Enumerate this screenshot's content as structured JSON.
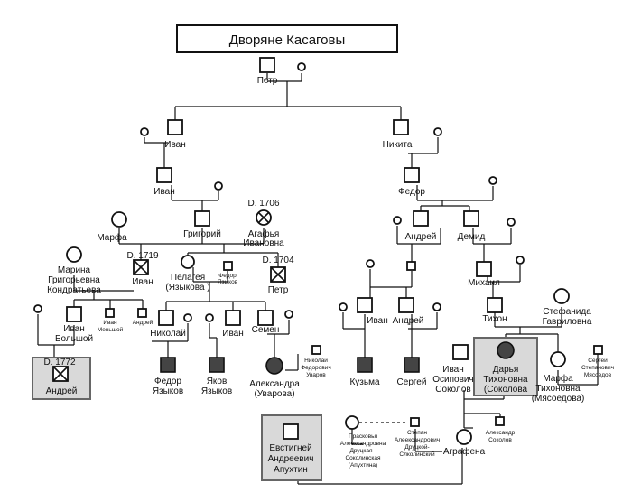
{
  "title": "Дворяне Касаговы",
  "labels": {
    "petr_top": "Петр",
    "ivan1": "Иван",
    "nikita": "Никита",
    "ivan2": "Иван",
    "fedor": "Федор",
    "marfa": "Марфа",
    "grigory": "Григорий",
    "agafya_date": "D. 1706",
    "agafya_1": "Агафья",
    "agafya_2": "Ивановна",
    "andrey_r": "Андрей",
    "demid": "Демид",
    "marina_1": "Марина",
    "marina_2": "Григорьевна",
    "marina_3": "Кондратьева",
    "ivan1719_date": "D. 1719",
    "ivan1719": "Иван",
    "pelageya_1": "Пелагея",
    "pelageya_2": "(Языкова )",
    "fedor_yaz_1": "Федор",
    "fedor_yaz_2": "Языков",
    "petr1704_date": "D. 1704",
    "petr1704": "Петр",
    "mikhail": "Михаил",
    "ivan_b_1": "Иван",
    "ivan_b_2": "Большой",
    "ivan_m_1": "Иван",
    "ivan_m_2": "Меньшой",
    "andrey_small": "Андрей",
    "nikolai": "Николай",
    "ivan_yaz": "Иван",
    "semen": "Семен",
    "ivan_r": "Иван",
    "andrey_r2": "Андрей",
    "tikhon": "Тихон",
    "stefanida_1": "Стефанида",
    "stefanida_2": "Гавриловна",
    "andrey1772_date": "D. 1772",
    "andrey1772": "Андрей",
    "fedor_yaz_b_1": "Федор",
    "fedor_yaz_b_2": "Языков",
    "yakov_1": "Яков",
    "yakov_2": "Языков",
    "nik_uvar_1": "Николай",
    "nik_uvar_2": "Федорович",
    "nik_uvar_3": "Уваров",
    "aleksandra_1": "Александра",
    "aleksandra_2": "(Уварова)",
    "kuzma": "Кузьма",
    "sergey": "Сергей",
    "ivan_sok_1": "Иван",
    "ivan_sok_2": "Осипович",
    "ivan_sok_3": "Соколов",
    "darya_1": "Дарья",
    "darya_2": "Тихоновна",
    "darya_3": "(Соколова",
    "marfa_t_1": "Марфа",
    "marfa_t_2": "Тихоновна",
    "marfa_t_3": "(Мясоедова)",
    "sergey_m_1": "Сергей",
    "sergey_m_2": "Степанович",
    "sergey_m_3": "Мясоедов",
    "evstigney_1": "Евстигней",
    "evstigney_2": "Андреевич",
    "evstigney_3": "Апухтин",
    "praskovya_1": "Прасковья",
    "praskovya_2": "Алеександровна",
    "praskovya_3": "Друцкая -",
    "praskovya_4": "Соколинская",
    "praskovya_5": "(Апухтина)",
    "stepan_1": "Степан",
    "stepan_2": "Алеександрович",
    "stepan_3": "Друцкой-",
    "stepan_4": "Слколинский",
    "agrafena": "Аграфена",
    "aleks_sok_1": "Александр",
    "aleks_sok_2": "Соколов"
  }
}
